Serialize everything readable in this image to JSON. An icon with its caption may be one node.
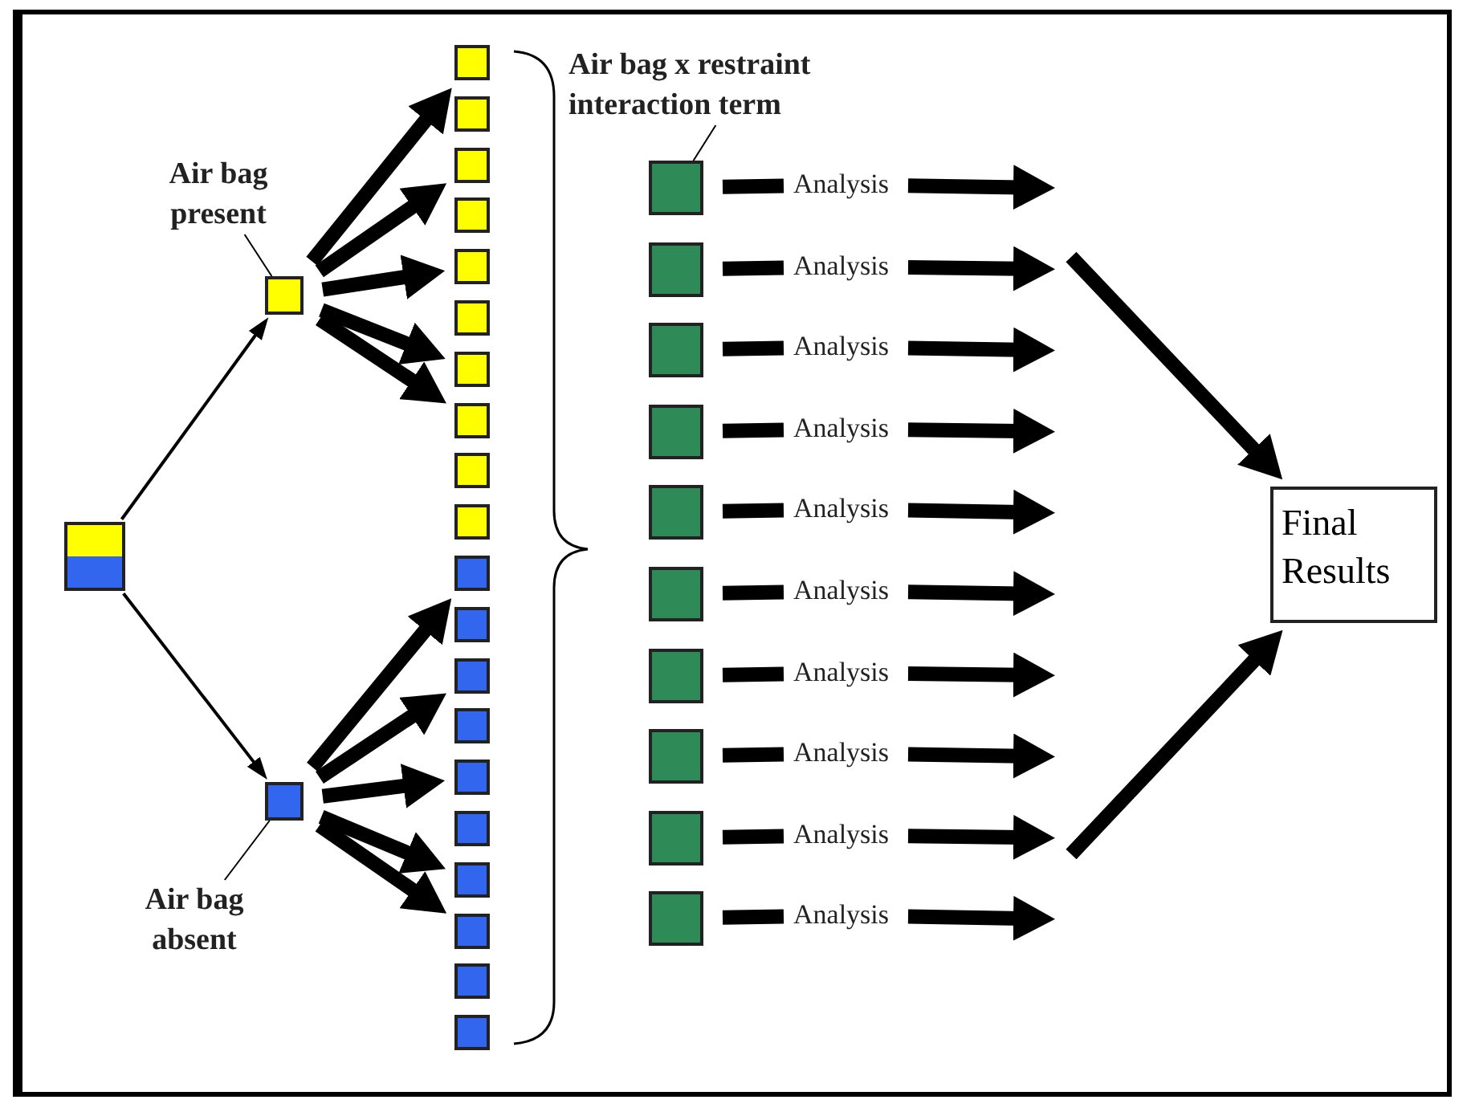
{
  "diagram": {
    "nodes": [
      {
        "text": [
          "Air bag present"
        ]
      },
      {
        "text": [],
        "shape": "box"
      },
      {
        "text": [],
        "shape": "box"
      },
      {
        "text": [],
        "shape": "box"
      },
      {
        "text": [
          "Air bag absent"
        ]
      },
      {
        "text": [],
        "shape": "box"
      },
      {
        "text": [],
        "shape": "box"
      },
      {
        "text": [],
        "shape": "box"
      },
      {
        "text": [],
        "shape": "box"
      },
      {
        "text": [],
        "shape": "box"
      },
      {
        "text": [],
        "shape": "box"
      },
      {
        "text": [],
        "shape": "box"
      },
      {
        "text": [],
        "shape": "box"
      },
      {
        "text": [],
        "shape": "box"
      },
      {
        "text": [],
        "shape": "box"
      },
      {
        "text": [],
        "shape": "box"
      },
      {
        "text": [],
        "shape": "box"
      },
      {
        "text": [],
        "shape": "box"
      },
      {
        "text": [],
        "shape": "box"
      },
      {
        "text": [],
        "shape": "box"
      },
      {
        "text": [],
        "shape": "box"
      },
      {
        "text": [],
        "shape": "box"
      },
      {
        "text": [],
        "shape": "box"
      },
      {
        "text": [],
        "shape": "box"
      },
      {
        "text": [],
        "shape": "box"
      },
      {
        "text": [
          "Air bag x restraint interaction term"
        ]
      },
      {
        "text": [],
        "shape": "box"
      },
      {
        "text": [],
        "shape": "box"
      },
      {
        "text": [],
        "shape": "box"
      },
      {
        "text": [],
        "shape": "box"
      },
      {
        "text": [],
        "shape": "box"
      },
      {
        "text": [],
        "shape": "box"
      },
      {
        "text": [],
        "shape": "box"
      },
      {
        "text": [],
        "shape": "box"
      },
      {
        "text": [],
        "shape": "box"
      },
      {
        "text": [],
        "shape": "box"
      },
      {
        "text": [
          "Analysis"
        ]
      },
      {
        "text": [
          "Analysis"
        ]
      },
      {
        "text": [
          "Analysis"
        ]
      },
      {
        "text": [
          "Analysis"
        ]
      },
      {
        "text": [
          "Analysis"
        ]
      },
      {
        "text": [
          "Analysis"
        ]
      },
      {
        "text": [
          "Analysis"
        ]
      },
      {
        "text": [
          "Analysis"
        ]
      },
      {
        "text": [
          "Analysis"
        ]
      },
      {
        "text": [
          "Analysis"
        ]
      },
      {
        "text": [
          "Final Results"
        ]
      }
    ],
    "edges": [
      {
        "from": 2,
        "to": 1,
        "arrow": "to"
      },
      {
        "from": 2,
        "to": 3,
        "arrow": "to"
      },
      {
        "from": 0,
        "to": 1,
        "arrow": "none"
      },
      {
        "from": 4,
        "to": 3,
        "arrow": "none"
      },
      {
        "from": 1,
        "to": 5,
        "arrow": "to"
      },
      {
        "from": 1,
        "to": 7,
        "arrow": "to"
      },
      {
        "from": 1,
        "to": 9,
        "arrow": "to"
      },
      {
        "from": 1,
        "to": 11,
        "arrow": "to"
      },
      {
        "from": 1,
        "to": 12,
        "arrow": "to"
      },
      {
        "from": 3,
        "to": 15,
        "arrow": "to"
      },
      {
        "from": 3,
        "to": 17,
        "arrow": "to"
      },
      {
        "from": 3,
        "to": 19,
        "arrow": "to"
      },
      {
        "from": 3,
        "to": 21,
        "arrow": "to"
      },
      {
        "from": 3,
        "to": 22,
        "arrow": "to"
      },
      {
        "from": 25,
        "to": 26,
        "arrow": "none"
      },
      {
        "from": 26,
        "to": 36,
        "arrow": "none"
      },
      {
        "from": 36,
        "to": null,
        "arrow": "to"
      },
      {
        "from": 27,
        "to": 37,
        "arrow": "none"
      },
      {
        "from": 37,
        "to": null,
        "arrow": "to"
      },
      {
        "from": 28,
        "to": 38,
        "arrow": "none"
      },
      {
        "from": 38,
        "to": null,
        "arrow": "to"
      },
      {
        "from": 29,
        "to": 39,
        "arrow": "none"
      },
      {
        "from": 39,
        "to": null,
        "arrow": "to"
      },
      {
        "from": 30,
        "to": 40,
        "arrow": "none"
      },
      {
        "from": 40,
        "to": null,
        "arrow": "to"
      },
      {
        "from": 31,
        "to": 41,
        "arrow": "none"
      },
      {
        "from": 41,
        "to": null,
        "arrow": "to"
      },
      {
        "from": 32,
        "to": 42,
        "arrow": "none"
      },
      {
        "from": 42,
        "to": null,
        "arrow": "to"
      },
      {
        "from": 33,
        "to": 43,
        "arrow": "none"
      },
      {
        "from": 43,
        "to": null,
        "arrow": "to"
      },
      {
        "from": 34,
        "to": 44,
        "arrow": "none"
      },
      {
        "from": 44,
        "to": null,
        "arrow": "to"
      },
      {
        "from": 35,
        "to": 45,
        "arrow": "none"
      },
      {
        "from": 45,
        "to": null,
        "arrow": "to"
      },
      {
        "from": null,
        "to": 46,
        "arrow": "to"
      },
      {
        "from": null,
        "to": 46,
        "arrow": "to"
      }
    ]
  }
}
